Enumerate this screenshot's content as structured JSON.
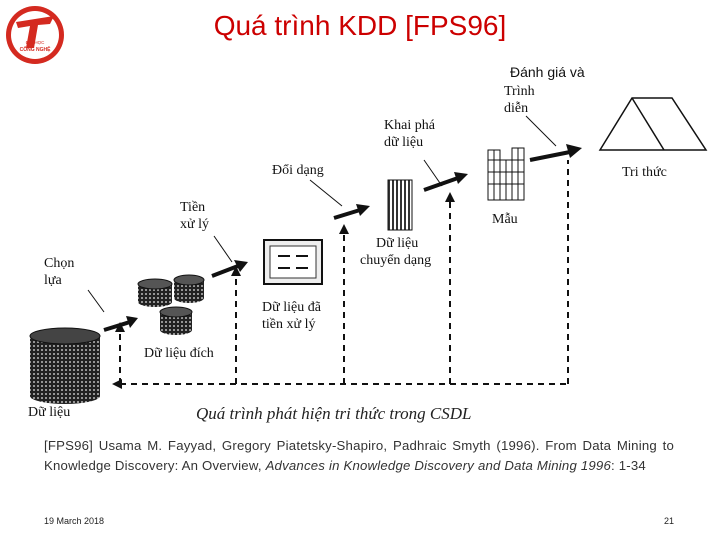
{
  "slide": {
    "title": "Quá trình KDD [FPS96]",
    "date": "19 March 2018",
    "page_number": "21"
  },
  "logo": {
    "icon": "school-logo-icon",
    "top_text": "ĐẠI HỌC",
    "bottom_text": "CÔNG NGHỆ",
    "color": "#d42a20"
  },
  "diagram": {
    "labels": {
      "danh_gia": "Đánh giá và",
      "trinh_dien_1": "Trình",
      "trinh_dien_2": "diễn",
      "khai_pha_1": "Khai phá",
      "khai_pha_2": "dữ liệu",
      "doi_dang": "Đổi dạng",
      "tien_xu_ly_1": "Tiền",
      "tien_xu_ly_2": "xử lý",
      "chon_lua_1": "Chọn",
      "chon_lua_2": "lựa",
      "tri_thuc": "Tri thức",
      "mau": "Mẫu",
      "du_lieu_chuyen_dang_1": "Dữ liệu",
      "du_lieu_chuyen_dang_2": "chuyển dạng",
      "du_lieu_da_tien_xu_ly_1": "Dữ liệu đã",
      "du_lieu_da_tien_xu_ly_2": "tiền xử lý",
      "du_lieu_dich": "Dữ liệu đích",
      "du_lieu": "Dữ liệu"
    },
    "caption": "Quá trình phát hiện tri thức trong CSDL"
  },
  "reference": {
    "plain": "[FPS96] Usama M. Fayyad, Gregory Piatetsky-Shapiro, Padhraic Smyth (1996). From Data Mining to Knowledge Discovery: An Overview, ",
    "italic": "Advances in Knowledge Discovery and Data Mining 1996",
    "tail": ": 1-34"
  }
}
